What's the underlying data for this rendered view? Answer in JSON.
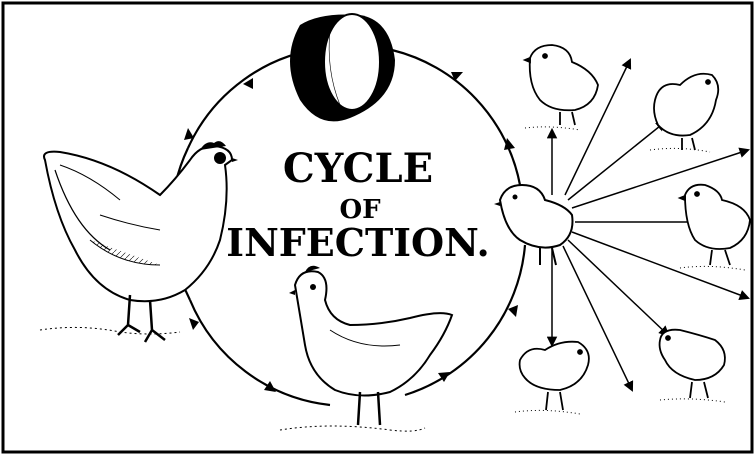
{
  "diagram": {
    "title_line1": "CYCLE",
    "title_line2": "OF",
    "title_line3": "INFECTION.",
    "stages": [
      "egg",
      "chick",
      "young-hen",
      "adult-hen"
    ],
    "ink_color": "#000000",
    "paper_color": "#ffffff"
  }
}
